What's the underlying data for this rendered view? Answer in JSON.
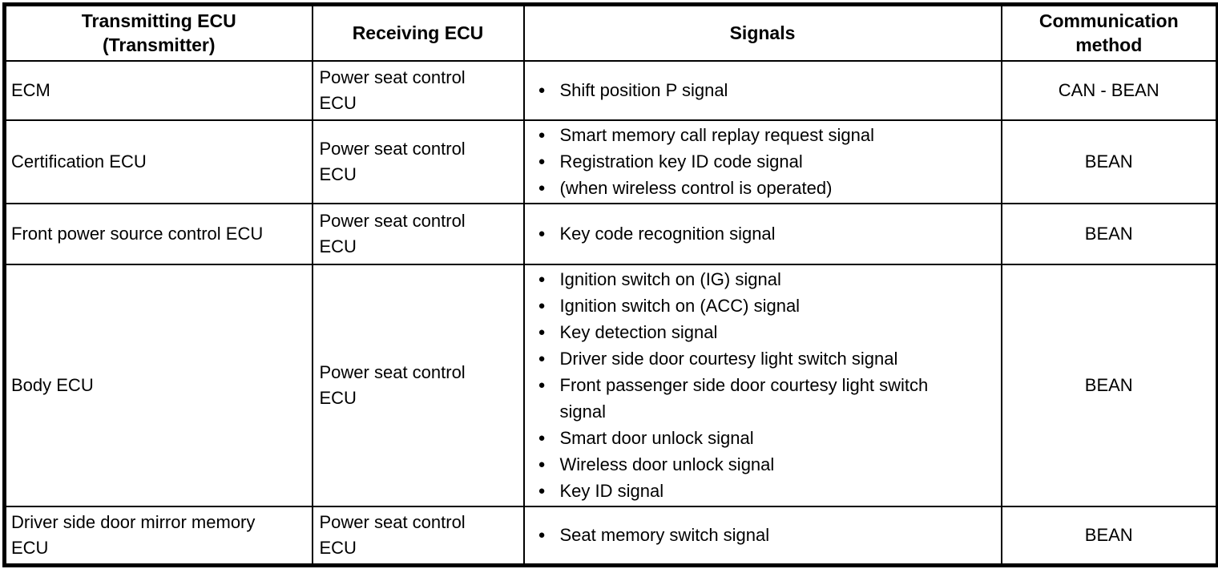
{
  "icons": {
    "signal_bullet": "●"
  },
  "colors": {
    "border": "#000000",
    "text": "#000000",
    "background": "#ffffff"
  },
  "table": {
    "columns": [
      {
        "lines": [
          "Transmitting ECU",
          "(Transmitter)"
        ]
      },
      {
        "lines": [
          "Receiving ECU"
        ]
      },
      {
        "lines": [
          "Signals"
        ]
      },
      {
        "lines": [
          "Communication",
          "method"
        ]
      }
    ],
    "rows": [
      {
        "transmitting": {
          "lines": [
            "ECM"
          ]
        },
        "receiving": {
          "lines": [
            "Power seat control",
            "ECU"
          ]
        },
        "signals": [
          "Shift position P signal"
        ],
        "method": "CAN - BEAN"
      },
      {
        "transmitting": {
          "lines": [
            "Certification ECU"
          ]
        },
        "receiving": {
          "lines": [
            "Power seat control",
            "ECU"
          ]
        },
        "signals": [
          "Smart memory call replay request signal",
          "Registration key ID code signal",
          "(when wireless control is operated)"
        ],
        "method": "BEAN"
      },
      {
        "transmitting": {
          "lines": [
            "Front power source control ECU"
          ]
        },
        "receiving": {
          "lines": [
            "Power seat control",
            "ECU"
          ]
        },
        "signals": [
          "Key code recognition signal"
        ],
        "method": "BEAN"
      },
      {
        "transmitting": {
          "lines": [
            "Body ECU"
          ]
        },
        "receiving": {
          "lines": [
            "Power seat control",
            "ECU"
          ]
        },
        "signals": [
          "Ignition switch on (IG) signal",
          "Ignition switch on (ACC) signal",
          "Key detection signal",
          "Driver side door courtesy light switch signal",
          "Front passenger side door courtesy light switch signal",
          "Smart door unlock signal",
          "Wireless door unlock signal",
          "Key ID signal"
        ],
        "method": "BEAN"
      },
      {
        "transmitting": {
          "lines": [
            "Driver side door mirror memory",
            "ECU"
          ]
        },
        "receiving": {
          "lines": [
            "Power seat control",
            "ECU"
          ]
        },
        "signals": [
          "Seat memory switch signal"
        ],
        "method": "BEAN"
      }
    ]
  }
}
